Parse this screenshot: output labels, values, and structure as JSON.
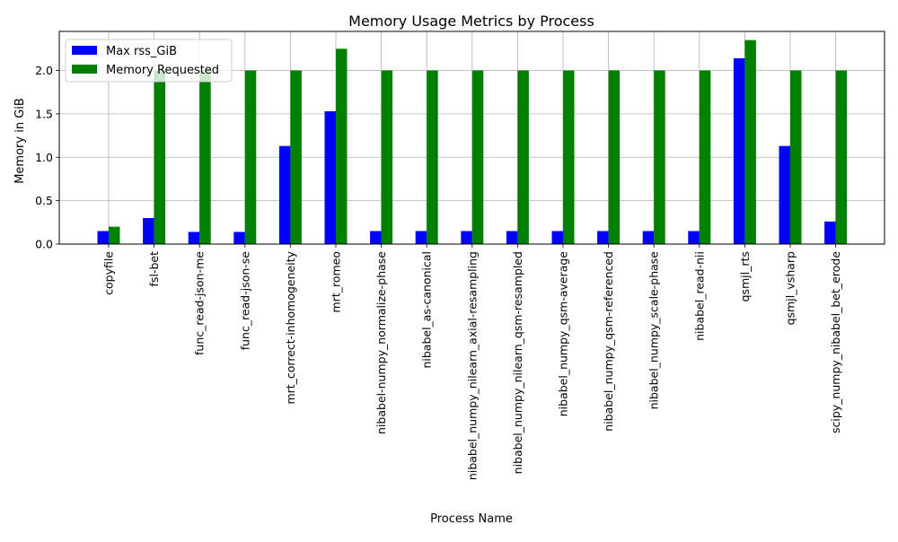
{
  "chart_data": {
    "type": "bar",
    "title": "Memory Usage Metrics by Process",
    "xlabel": "Process Name",
    "ylabel": "Memory in GiB",
    "ylim": [
      0,
      2.45
    ],
    "yticks": [
      0.0,
      0.5,
      1.0,
      1.5,
      2.0
    ],
    "ytick_labels": [
      "0.0",
      "0.5",
      "1.0",
      "1.5",
      "2.0"
    ],
    "grid": true,
    "legend_position": "top-left",
    "categories": [
      "copyfile",
      "fsl-bet",
      "func_read-json-me",
      "func_read-json-se",
      "mrt_correct-inhomogeneity",
      "mrt_romeo",
      "nibabel-numpy_normalize-phase",
      "nibabel_as-canonical",
      "nibabel_numpy_nilearn_axial-resampling",
      "nibabel_numpy_nilearn_qsm-resampled",
      "nibabel_numpy_qsm-average",
      "nibabel_numpy_qsm-referenced",
      "nibabel_numpy_scale-phase",
      "nibabel_read-nii",
      "qsmjl_rts",
      "qsmjl_vsharp",
      "scipy_numpy_nibabel_bet_erode"
    ],
    "series": [
      {
        "name": "Max rss_GiB",
        "color": "#0000ff",
        "values": [
          0.15,
          0.3,
          0.14,
          0.14,
          1.13,
          1.53,
          0.15,
          0.15,
          0.15,
          0.15,
          0.15,
          0.15,
          0.15,
          0.15,
          2.14,
          1.13,
          0.26
        ]
      },
      {
        "name": "Memory Requested",
        "color": "#008000",
        "values": [
          0.2,
          2.0,
          2.0,
          2.0,
          2.0,
          2.25,
          2.0,
          2.0,
          2.0,
          2.0,
          2.0,
          2.0,
          2.0,
          2.0,
          2.35,
          2.0,
          2.0
        ]
      }
    ]
  }
}
